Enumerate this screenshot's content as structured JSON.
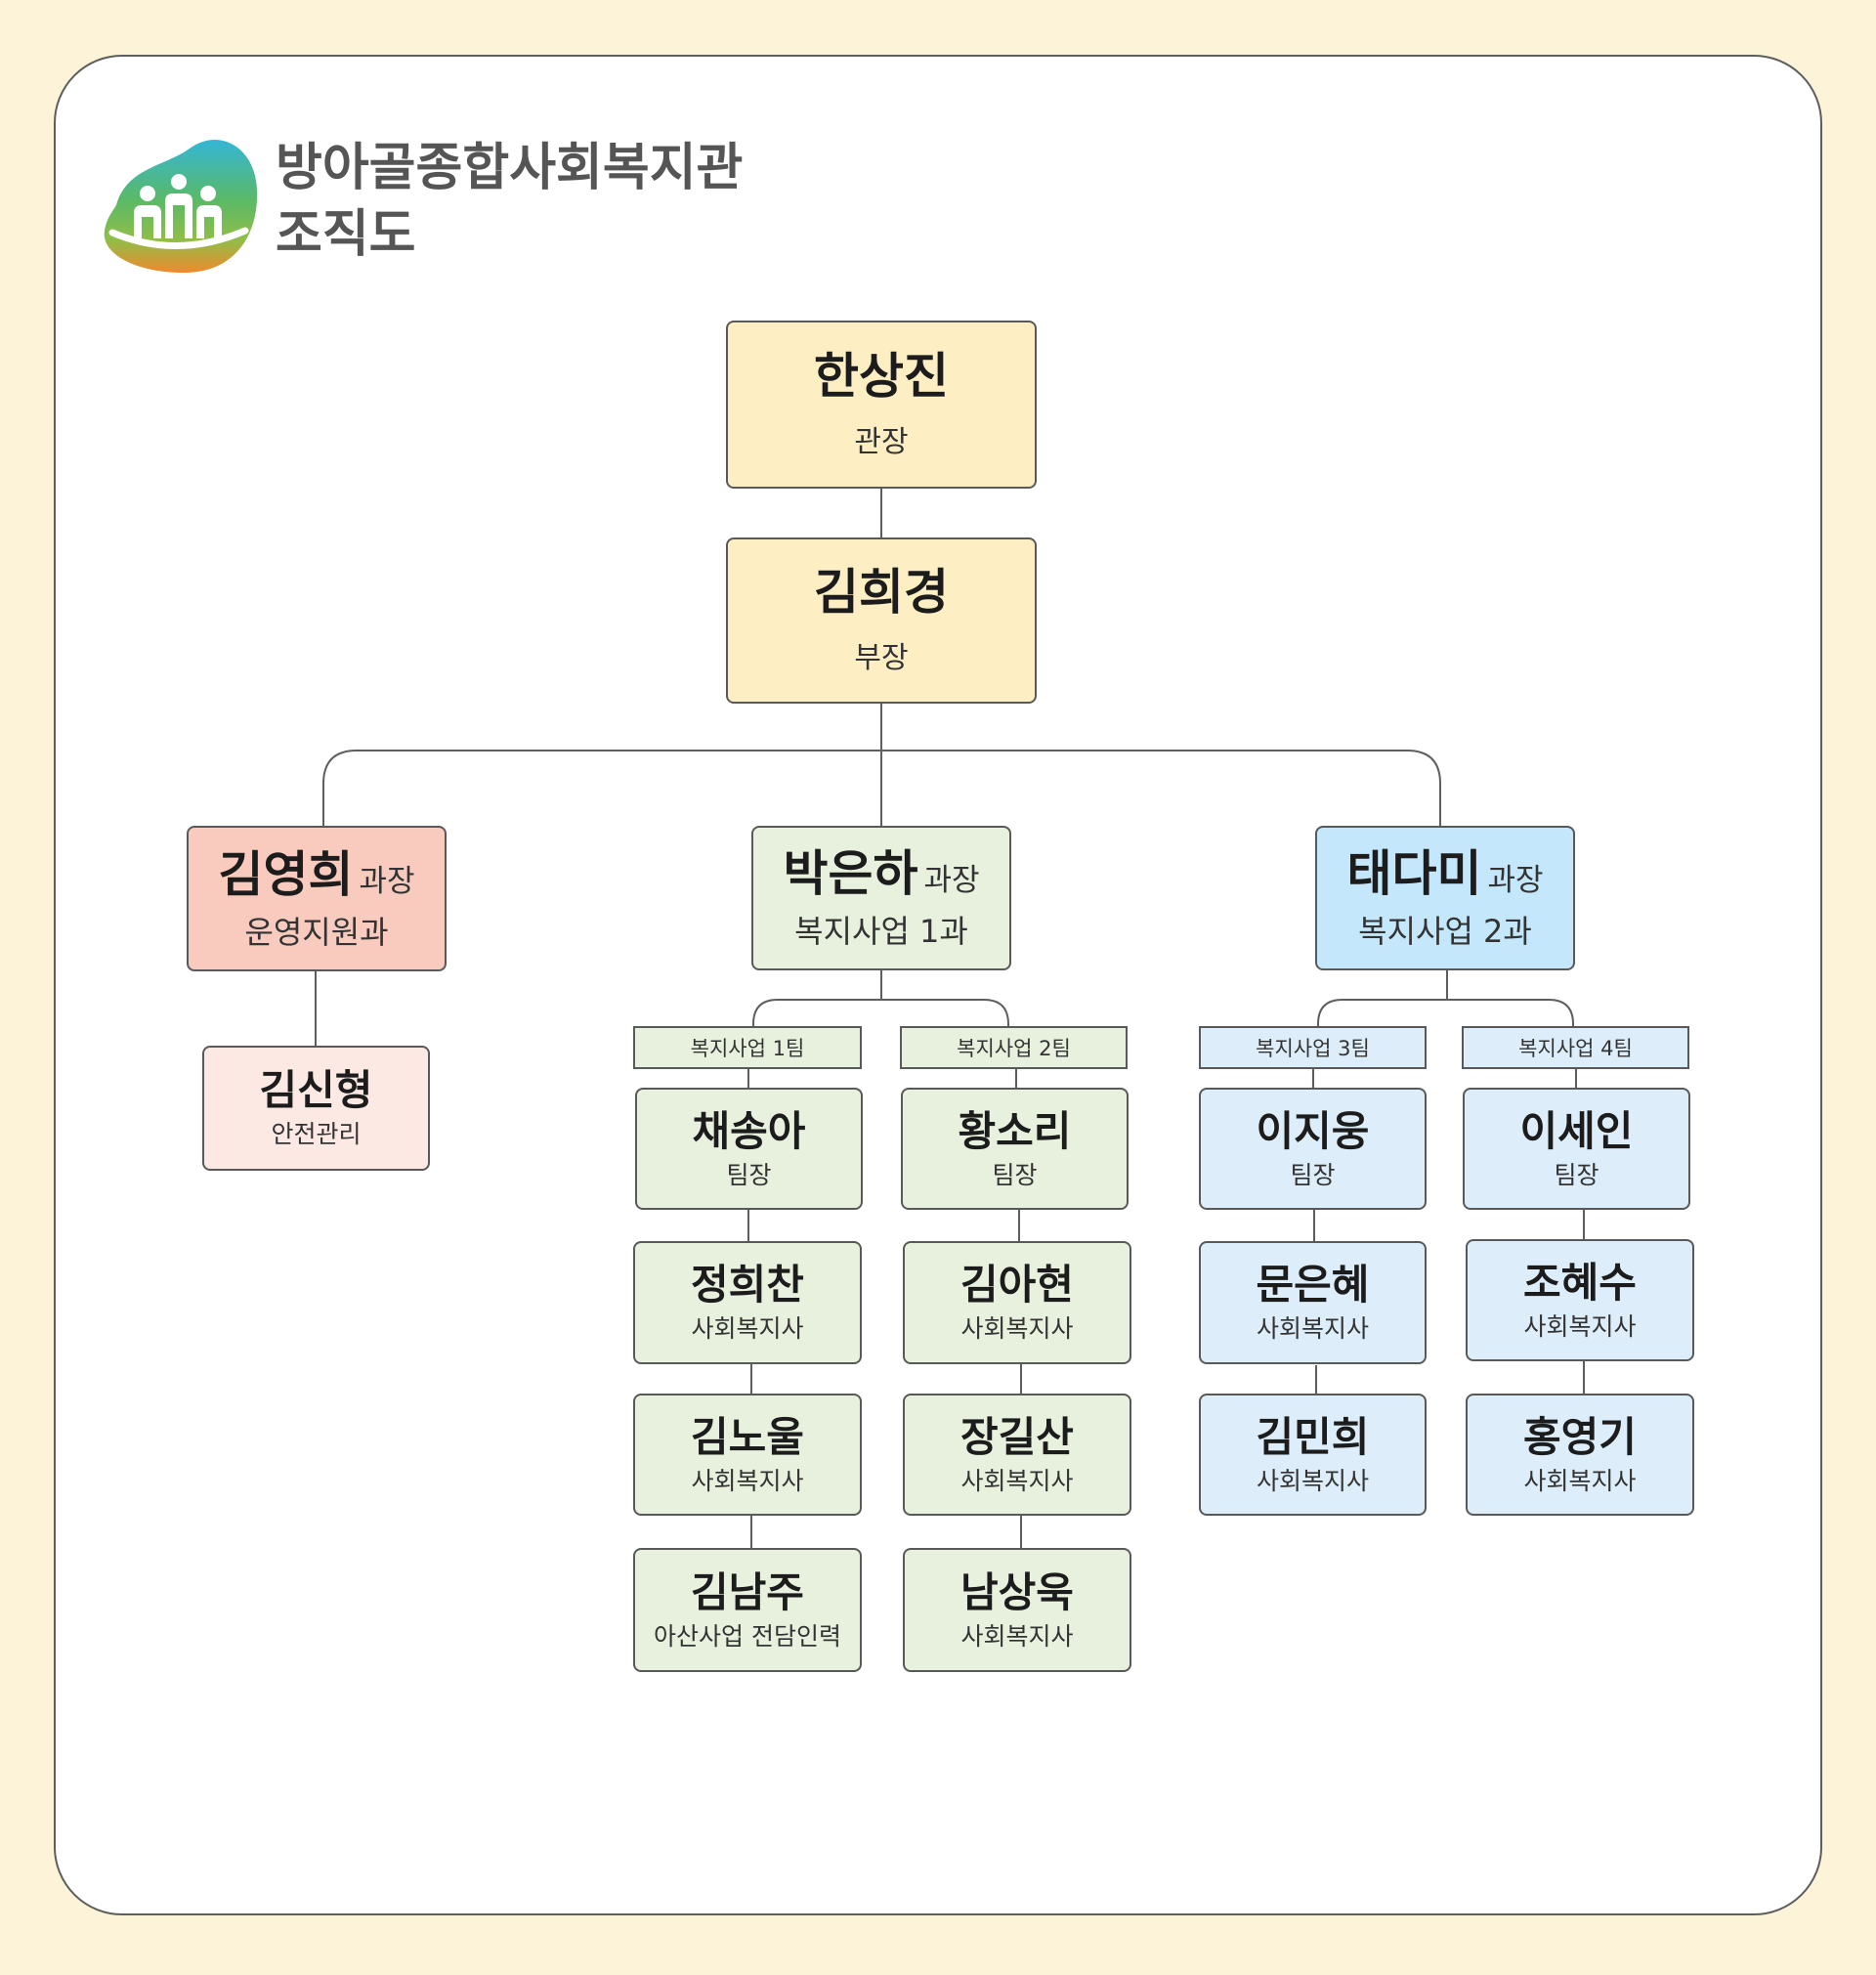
{
  "header": {
    "organization": "방아골종합사회복지관",
    "title": "조직도"
  },
  "top": [
    {
      "name": "한상진",
      "role": "관장"
    },
    {
      "name": "김희경",
      "role": "부장"
    }
  ],
  "managers": [
    {
      "name": "김영희",
      "title": "과장",
      "dept": "운영지원과"
    },
    {
      "name": "박은하",
      "title": "과장",
      "dept": "복지사업 1과"
    },
    {
      "name": "태다미",
      "title": "과장",
      "dept": "복지사업 2과"
    }
  ],
  "admin_staff": [
    {
      "name": "김신형",
      "role": "안전관리"
    }
  ],
  "teams": [
    {
      "label": "복지사업 1팀",
      "members": [
        {
          "name": "채송아",
          "role": "팀장"
        },
        {
          "name": "정희찬",
          "role": "사회복지사"
        },
        {
          "name": "김노울",
          "role": "사회복지사"
        },
        {
          "name": "김남주",
          "role": "아산사업 전담인력"
        }
      ]
    },
    {
      "label": "복지사업 2팀",
      "members": [
        {
          "name": "황소리",
          "role": "팀장"
        },
        {
          "name": "김아현",
          "role": "사회복지사"
        },
        {
          "name": "장길산",
          "role": "사회복지사"
        },
        {
          "name": "남상욱",
          "role": "사회복지사"
        }
      ]
    },
    {
      "label": "복지사업 3팀",
      "members": [
        {
          "name": "이지웅",
          "role": "팀장"
        },
        {
          "name": "문은혜",
          "role": "사회복지사"
        },
        {
          "name": "김민희",
          "role": "사회복지사"
        }
      ]
    },
    {
      "label": "복지사업 4팀",
      "members": [
        {
          "name": "이세인",
          "role": "팀장"
        },
        {
          "name": "조혜수",
          "role": "사회복지사"
        },
        {
          "name": "홍영기",
          "role": "사회복지사"
        }
      ]
    }
  ],
  "colors": {
    "page_background": "#fdf3d9",
    "leadership": "#fdefc3",
    "admin_manager": "#f9cbbf",
    "admin_staff": "#fde9e4",
    "division1": "#e8f1de",
    "division2_manager": "#c4e7fb",
    "division2_staff": "#ddeefa",
    "border": "#595959"
  },
  "icons": {
    "logo": "people-blob-logo"
  }
}
